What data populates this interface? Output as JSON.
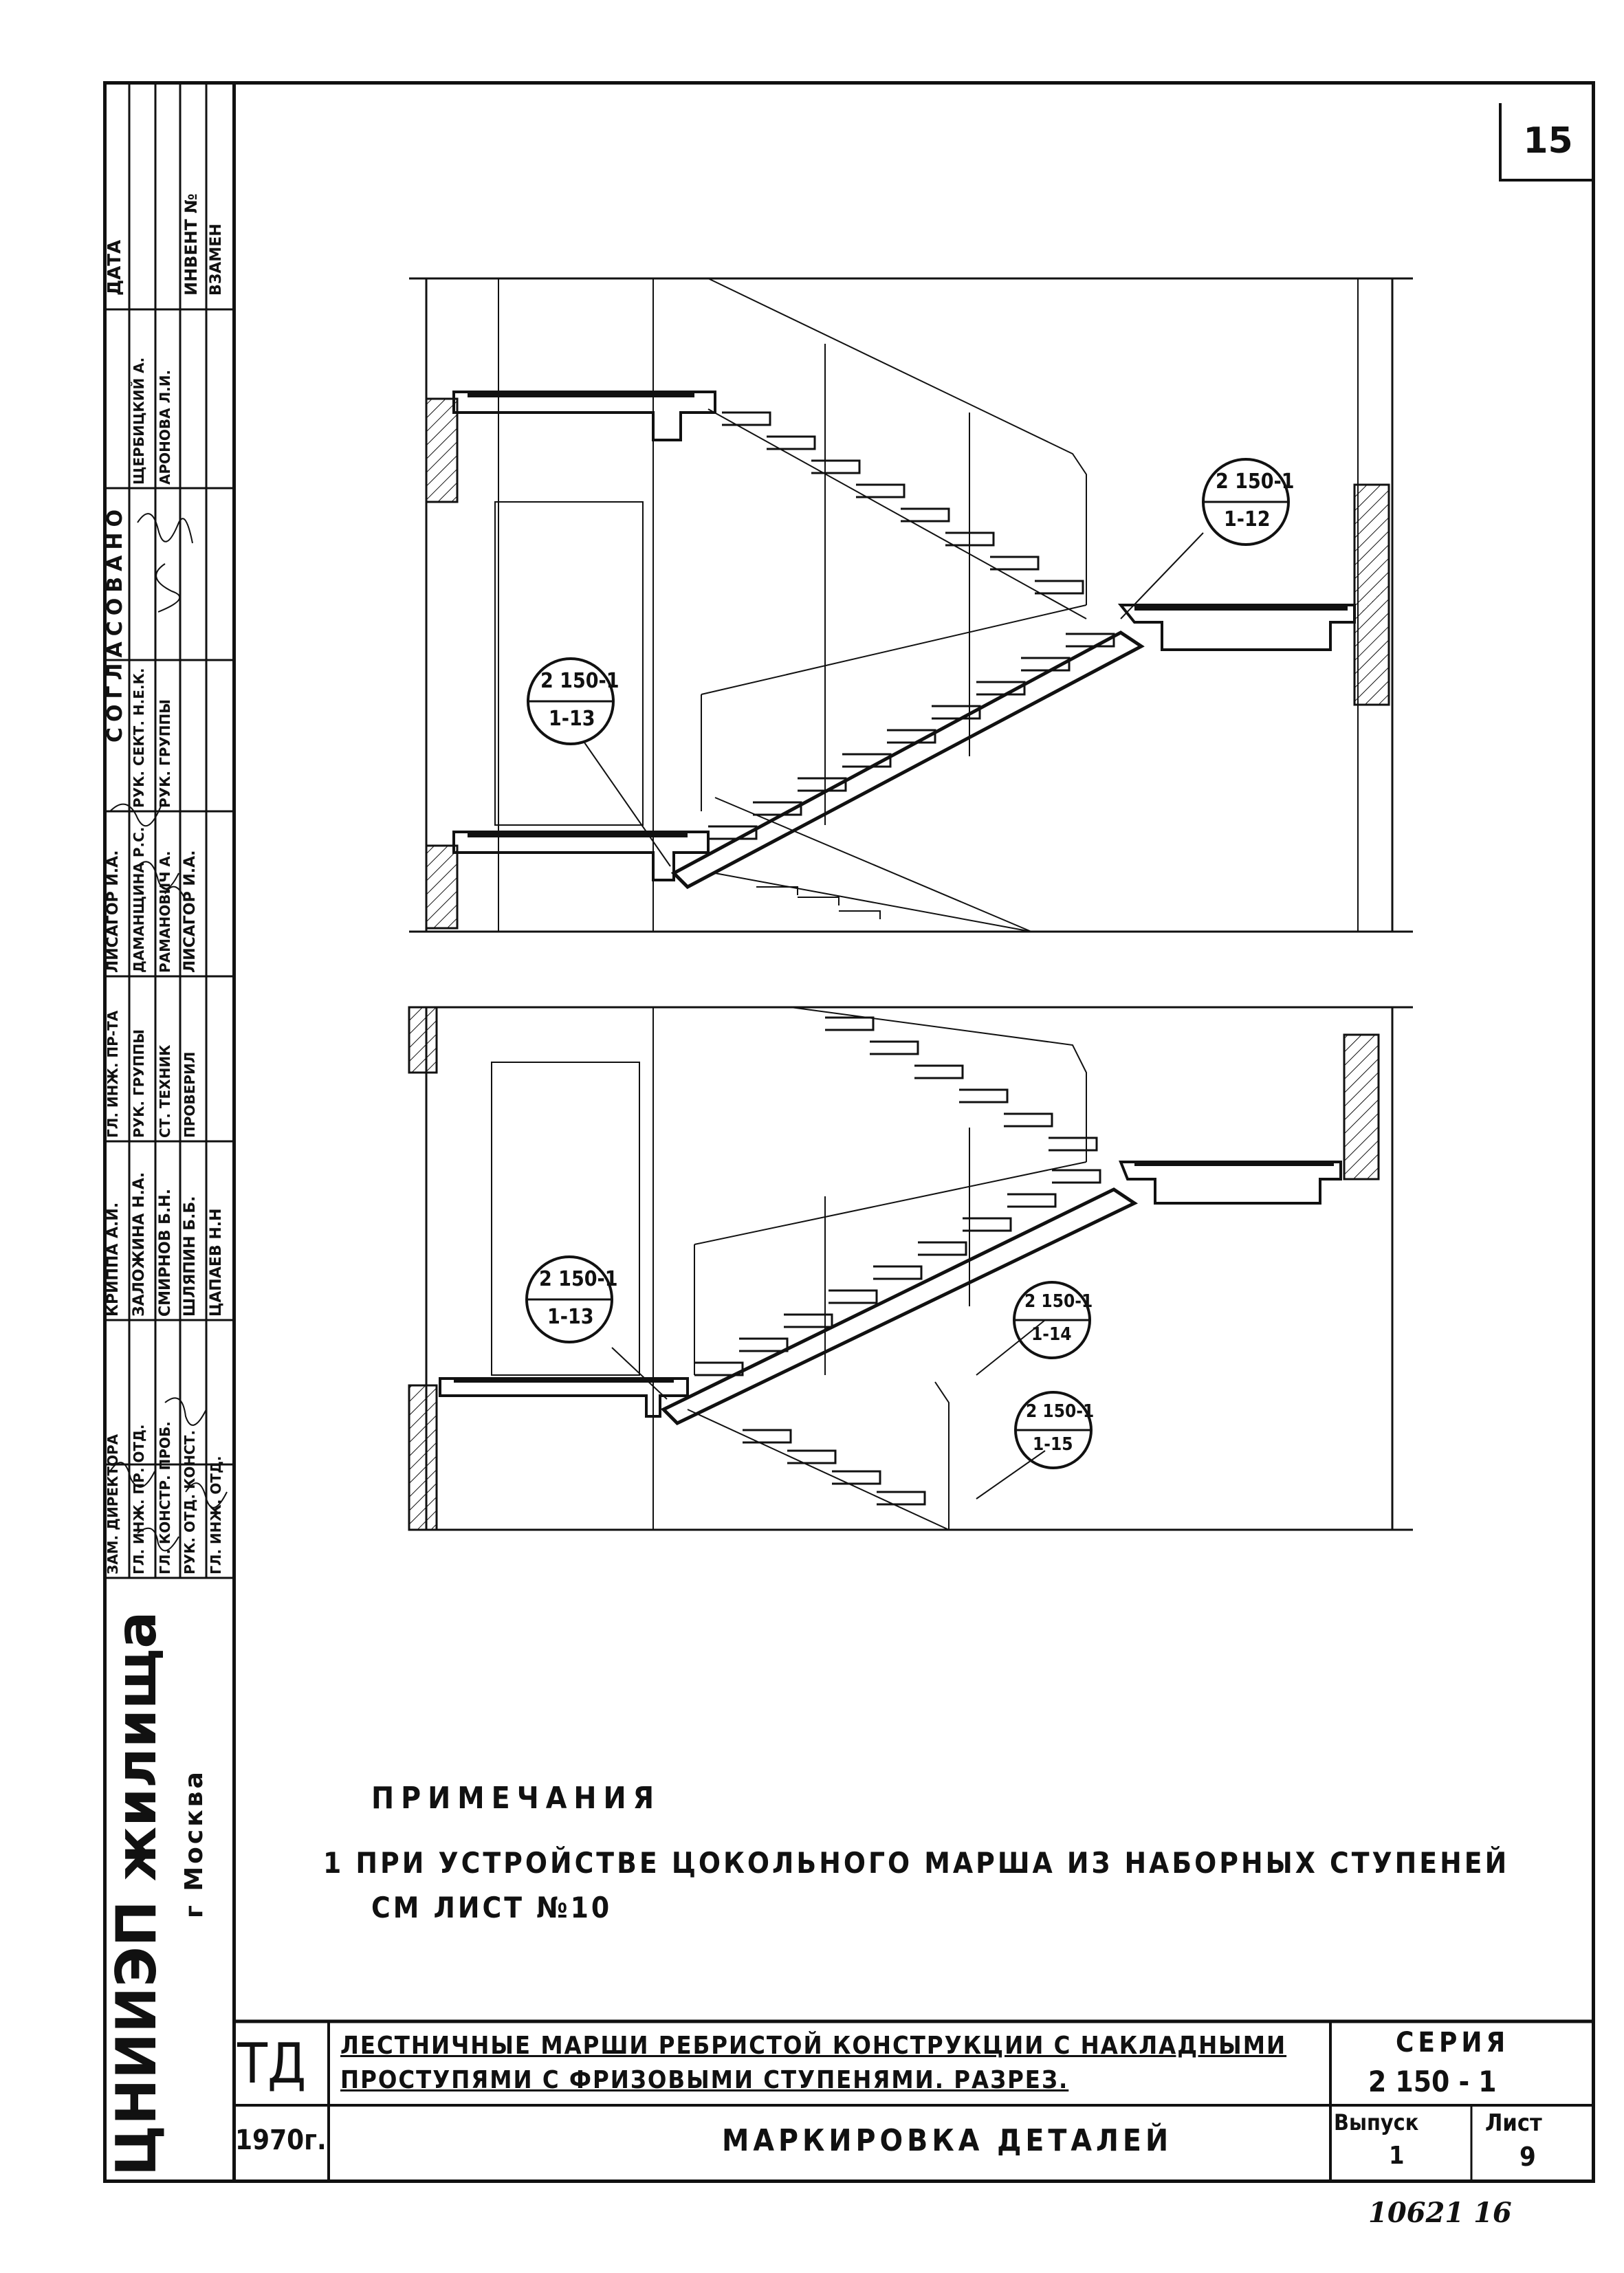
{
  "sheet_number": "15",
  "callouts": {
    "c1": {
      "top": "2 150-1",
      "bottom": "1-12"
    },
    "c2": {
      "top": "2 150-1",
      "bottom": "1-13"
    },
    "c3": {
      "top": "2 150-1",
      "bottom": "1-13"
    },
    "c4": {
      "top": "2 150-1",
      "bottom": "1-14"
    },
    "c5": {
      "top": "2 150-1",
      "bottom": "1-15"
    }
  },
  "notes": {
    "title": "Примечания",
    "line1": "1  При устройстве цокольного марша из наборных ступеней",
    "line2": "см лист   №10"
  },
  "title_block": {
    "td": "ТД",
    "year": "1970г.",
    "title_line1": "Лестничные марши ребристой конструкции с накладными",
    "title_line2": "проступями  с фризовыми ступенями.  Разрез.",
    "subtitle": "Маркировка деталей",
    "series_label": "Серия",
    "series_value": "2 150 - 1",
    "issue_label": "Выпуск",
    "issue_value": "1",
    "sheet_label": "Лист",
    "sheet_value": "9",
    "inventory": "10621 16"
  },
  "side_stamp": {
    "org": "ЦНИИЭП жилища",
    "city": "г Москва",
    "agreed": "Согласовано",
    "date": "Дата",
    "inv_no": "Инвент №",
    "replaced": "Взамен",
    "col_a": [
      "Зам. директора",
      "Гл. инж. пр. отд.",
      "Гл. констр. проб.",
      "Рук. отд. конст.",
      "Гл. инж. отд."
    ],
    "col_b": [
      "Криппа А.И.",
      "Заложина Н.А.",
      "Смирнов Б.Н.",
      "Шляпин Б.Б.",
      "Цапаев Н.Н"
    ],
    "col_c": [
      "Гл. инж. пр-та",
      "Рук. группы",
      "Ст. техник",
      "Проверил"
    ],
    "col_d": [
      "Лисагор И.А.",
      "Даманщина Р.С.",
      "Раманович А.",
      "Лисагор И.А."
    ],
    "col_e": [
      "Рук. сект. Н.Е.К.",
      "Рук. группы"
    ],
    "col_f": [
      "Щербицкий А.",
      "Аронова Л.И."
    ]
  }
}
